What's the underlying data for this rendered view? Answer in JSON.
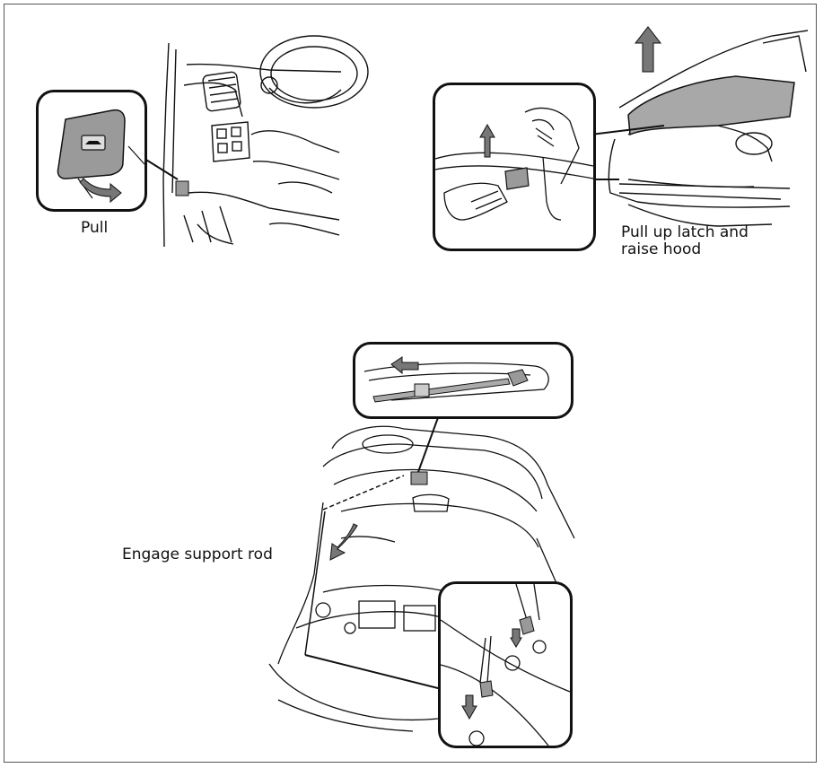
{
  "captions": {
    "pull": "Pull",
    "latch": "Pull up latch and\nraise hood",
    "support": "Engage support rod"
  },
  "icons": [
    "car-hood-release-icon",
    "up-arrow-icon",
    "down-arrow-icon",
    "curved-arrow-icon"
  ],
  "colors": {
    "line": "#111111",
    "fill_gray": "#9a9a9a",
    "arrow_gray": "#777777"
  }
}
